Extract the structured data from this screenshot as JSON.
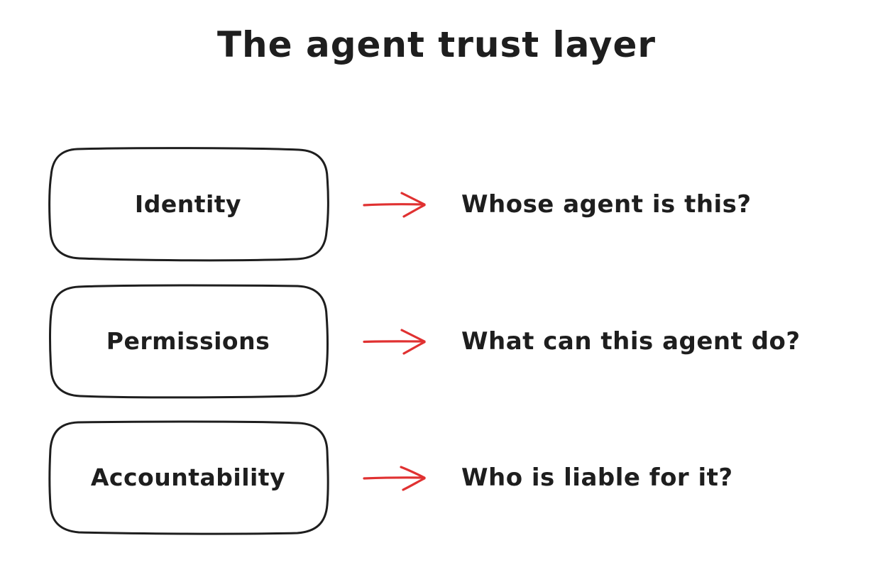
{
  "diagram": {
    "title": "The agent trust layer",
    "colors": {
      "ink": "#1e1e1e",
      "arrow": "#e03131",
      "background": "#ffffff"
    },
    "rows": [
      {
        "box_label": "Identity",
        "question": "Whose agent is this?"
      },
      {
        "box_label": "Permissions",
        "question": "What can this agent do?"
      },
      {
        "box_label": "Accountability",
        "question": "Who is liable for it?"
      }
    ]
  }
}
